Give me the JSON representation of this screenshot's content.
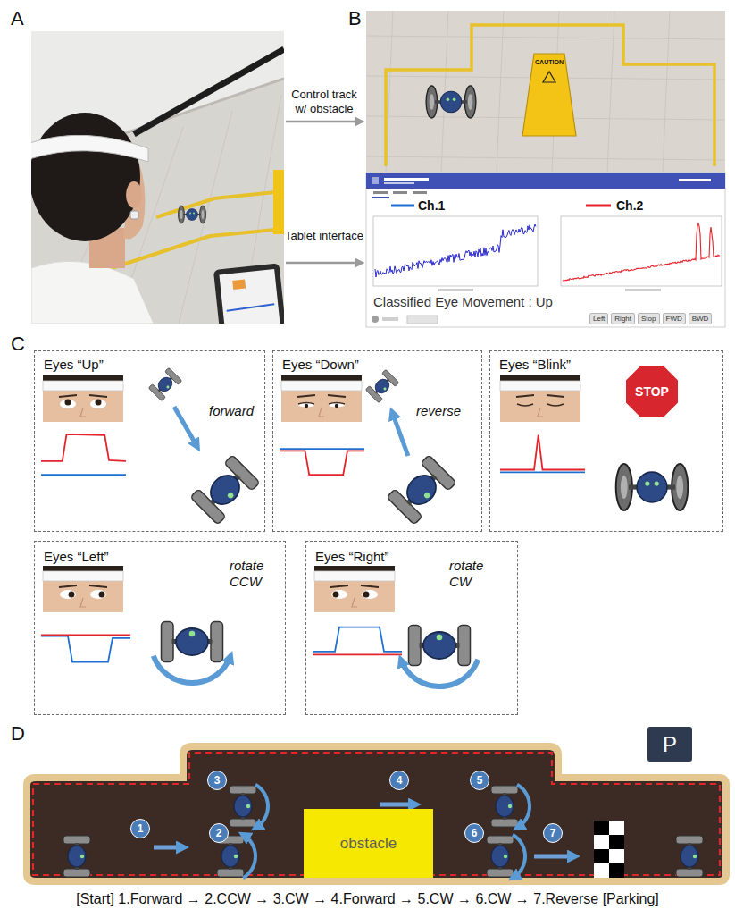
{
  "diagram": {
    "nodes": [
      {
        "text": [
          "Left"
        ]
      },
      {
        "text": [
          "Right"
        ]
      },
      {
        "text": [
          "Stop"
        ]
      },
      {
        "text": [
          "FWD"
        ]
      },
      {
        "text": [
          "BWD"
        ]
      },
      {
        "text": [
          "Eyes “Up”",
          "forward"
        ]
      },
      {
        "text": [
          "Eyes “Down”",
          "reverse"
        ]
      },
      {
        "text": [
          "Eyes “Blink”"
        ]
      },
      {
        "text": [
          "STOP"
        ],
        "in": 7
      },
      {
        "text": [
          "Eyes “Left”",
          "rotate CCW"
        ]
      },
      {
        "text": [
          "Eyes “Right”",
          "rotate CW"
        ]
      },
      {
        "text": [
          "obstacle"
        ]
      },
      {
        "text": [
          "1"
        ]
      },
      {
        "text": [
          "2"
        ]
      },
      {
        "text": [
          "3"
        ]
      },
      {
        "text": [
          "4"
        ]
      },
      {
        "text": [
          "5"
        ]
      },
      {
        "text": [
          "6"
        ]
      },
      {
        "text": [
          "7"
        ]
      },
      {
        "text": [
          "P"
        ]
      }
    ],
    "labels": [
      "A",
      "Control track w/ obstacle",
      "Tablet interface",
      "B",
      "CAUTION",
      "Ch.1",
      "Ch.2",
      "Classified Eye Movement : Up",
      "C",
      "D",
      "[Start] 1.Forward → 2.CCW → 3.CW → 4.Forward → 5.CW → 6.CW → 7.Reverse [Parking]"
    ]
  }
}
